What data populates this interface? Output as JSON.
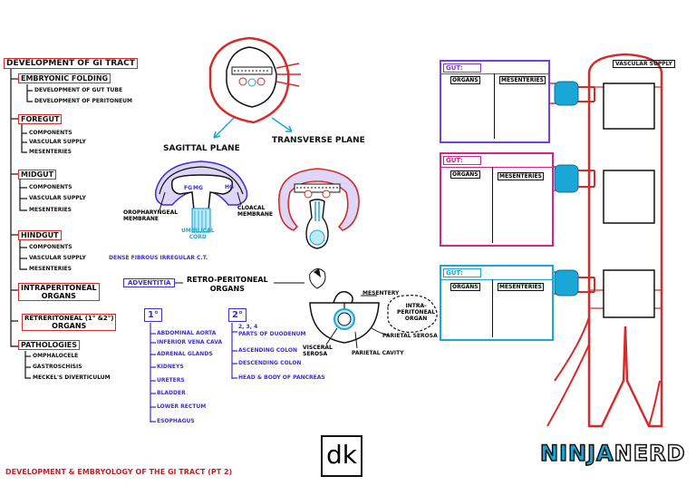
{
  "outline": {
    "title": "DEVELOPMENT OF GI TRACT",
    "sections": [
      {
        "label": "EMBRYONIC FOLDING",
        "items": [
          "DEVELOPMENT OF GUT TUBE",
          "DEVELOPMENT OF PERITONEUM"
        ]
      },
      {
        "label": "FOREGUT",
        "items": [
          "COMPONENTS",
          "VASCULAR SUPPLY",
          "MESENTERIES"
        ]
      },
      {
        "label": "MIDGUT",
        "items": [
          "COMPONENTS",
          "VASCULAR SUPPLY",
          "MESENTERIES"
        ]
      },
      {
        "label": "HINDGUT",
        "items": [
          "COMPONENTS",
          "VASCULAR SUPPLY",
          "MESENTERIES"
        ]
      },
      {
        "label_lines": [
          "INTRAPERITONEAL",
          "ORGANS"
        ]
      },
      {
        "label_lines": [
          "RETRERITONEAL (1° &2°)",
          "ORGANS"
        ]
      },
      {
        "label": "PATHOLOGIES",
        "items": [
          "OMPHALOCELE",
          "GASTROSCHISIS",
          "MECKEL'S DIVERTICULUM"
        ]
      }
    ]
  },
  "folding": {
    "sagittal_label": "SAGITTAL PLANE",
    "transverse_label": "TRANSVERSE PLANE",
    "fg": "FG",
    "mg": "MG",
    "hg": "HG",
    "oropharyngeal": [
      "OROPHARYNGEAL",
      "MEMBRANE"
    ],
    "cloacal": [
      "CLOACAL",
      "MEMBRANE"
    ],
    "umbilical": [
      "UMBILICAL",
      "CORD"
    ],
    "dense_fibrous": "DENSE FIBROUS IRREGULAR C.T."
  },
  "retro": {
    "adventitia": "ADVENTITIA",
    "title_lines": [
      "RETRO-PERITONEAL",
      "ORGANS"
    ],
    "primary_label": "1°",
    "secondary_label": "2°",
    "primary_items": [
      "ABDOMINAL AORTA",
      "INFERIOR VENA CAVA",
      "ADRENAL GLANDS",
      "KIDNEYS",
      "URETERS",
      "BLADDER",
      "LOWER RECTUM",
      "ESOPHAGUS"
    ],
    "secondary_items": [
      "2, 3, 4",
      "PARTS OF DUODENUM",
      "ASCENDING COLON",
      "DESCENDING COLON",
      "HEAD & BODY OF PANCREAS"
    ]
  },
  "intra": {
    "mesentery": "MESENTERY",
    "intra_lines": [
      "INTRA-",
      "PERITONEAL",
      "ORGAN"
    ],
    "parietal_serosa": "PARIETAL SEROSA",
    "visceral_serosa": [
      "VISCERAL",
      "SEROSA"
    ],
    "parietal_cavity": "PARIETAL CAVITY"
  },
  "gut_boxes": [
    {
      "gut": "GUT:",
      "organs": "ORGANS",
      "mesenteries": "MESENTERIES",
      "color": "#7b3fd6"
    },
    {
      "gut": "GUT:",
      "organs": "ORGANS",
      "mesenteries": "MESENTERIES",
      "color": "#d0258a"
    },
    {
      "gut": "GUT:",
      "organs": "ORGANS",
      "mesenteries": "MESENTERIES",
      "color": "#1aa6d6"
    }
  ],
  "vascular_supply": "VASCULAR SUPPLY",
  "footer": {
    "title": "DEVELOPMENT & EMBRYOLOGY OF THE GI TRACT (PT 2)",
    "dk_logo": "dk",
    "ninja": "NINJA",
    "nerd": "NERD"
  },
  "colors": {
    "accent_red": "#d62b2b",
    "purple": "#3b2fd0",
    "cyan": "#1aa6d6",
    "pink": "#d0258a"
  }
}
